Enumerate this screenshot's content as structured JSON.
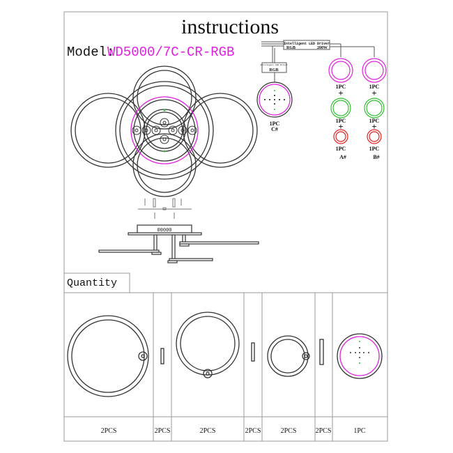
{
  "title": "instructions",
  "model": {
    "label": "Model:",
    "value": "WD5000/7C-CR-RGB"
  },
  "wiring": {
    "driver_name": "Intelligent LED Driver",
    "driver_type": "RGB",
    "driver_power": "200W",
    "controller_name": "Intelligent LED Driver",
    "controller_type": "RGB",
    "qty": "1PC",
    "plus": "+",
    "group_c": "C#",
    "group_a": "A#",
    "group_b": "B#"
  },
  "assembly": {
    "canopy_label": "00000"
  },
  "quantity": {
    "header": "Quantity",
    "items": [
      "2PCS",
      "2PCS",
      "2PCS",
      "2PCS",
      "2PCS",
      "2PCS",
      "1PC"
    ]
  },
  "colors": {
    "magenta": "#e020e0",
    "green": "#30c030",
    "red": "#e02020",
    "line": "#333333"
  }
}
